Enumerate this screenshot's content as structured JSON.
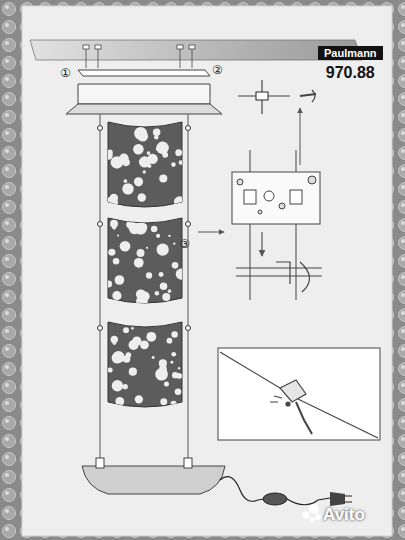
{
  "diagram": {
    "nodes": [
      {
        "text": [
          "Paulmann",
          "970.88"
        ]
      }
    ],
    "labels": [
      "①",
      "②",
      "③",
      "Avito"
    ]
  }
}
